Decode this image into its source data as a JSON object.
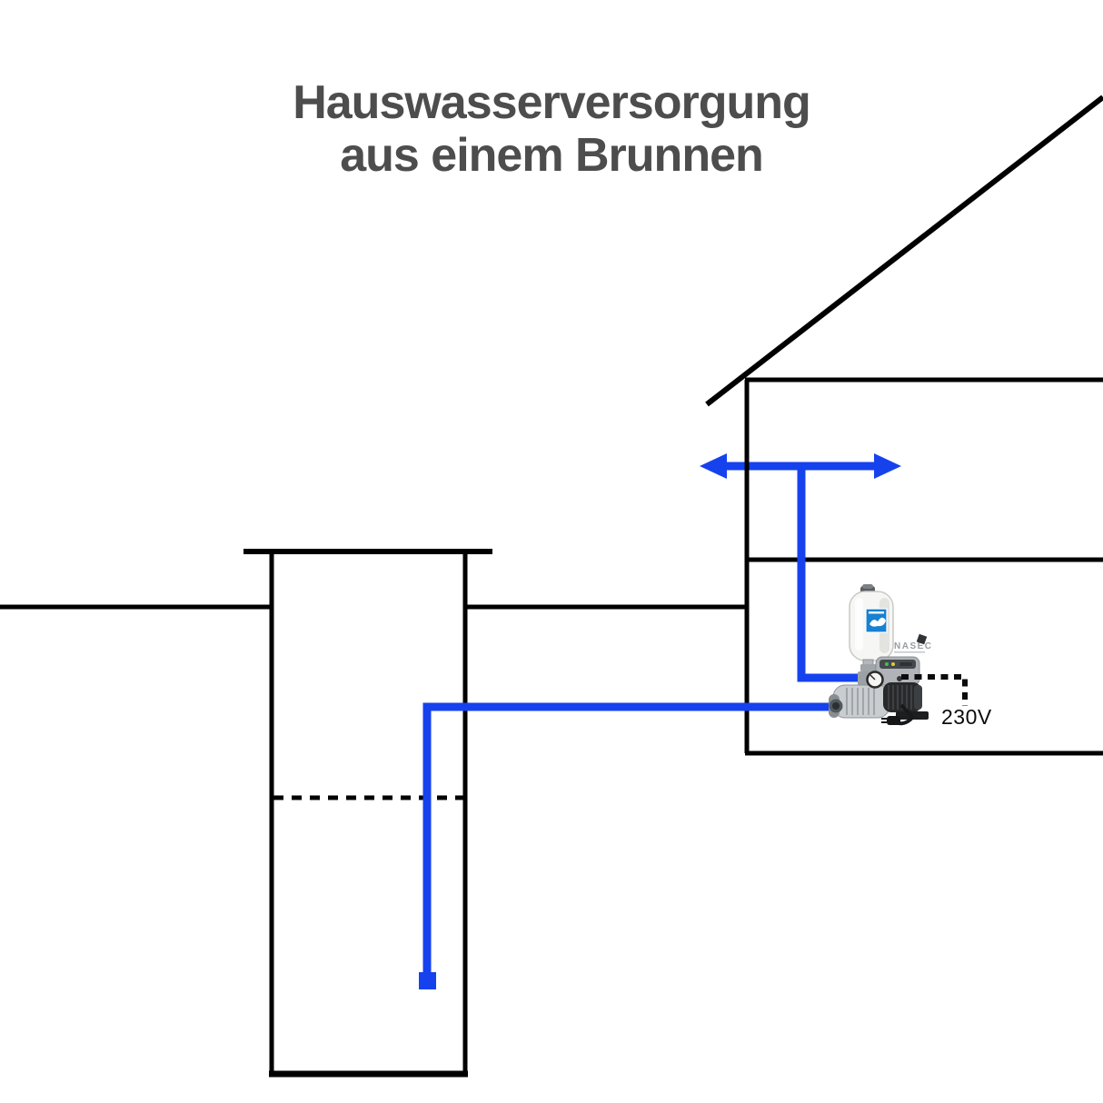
{
  "title": {
    "line1": "Hauswasserversorgung",
    "line2": "aus einem Brunnen"
  },
  "labels": {
    "voltage": "230V"
  },
  "pump": {
    "watermark": "NASEC"
  },
  "colors": {
    "pipe_blue": "#1642ee",
    "line_black": "#000000",
    "title_gray": "#4d4d4d",
    "tank_label_blue": "#1781d2"
  }
}
